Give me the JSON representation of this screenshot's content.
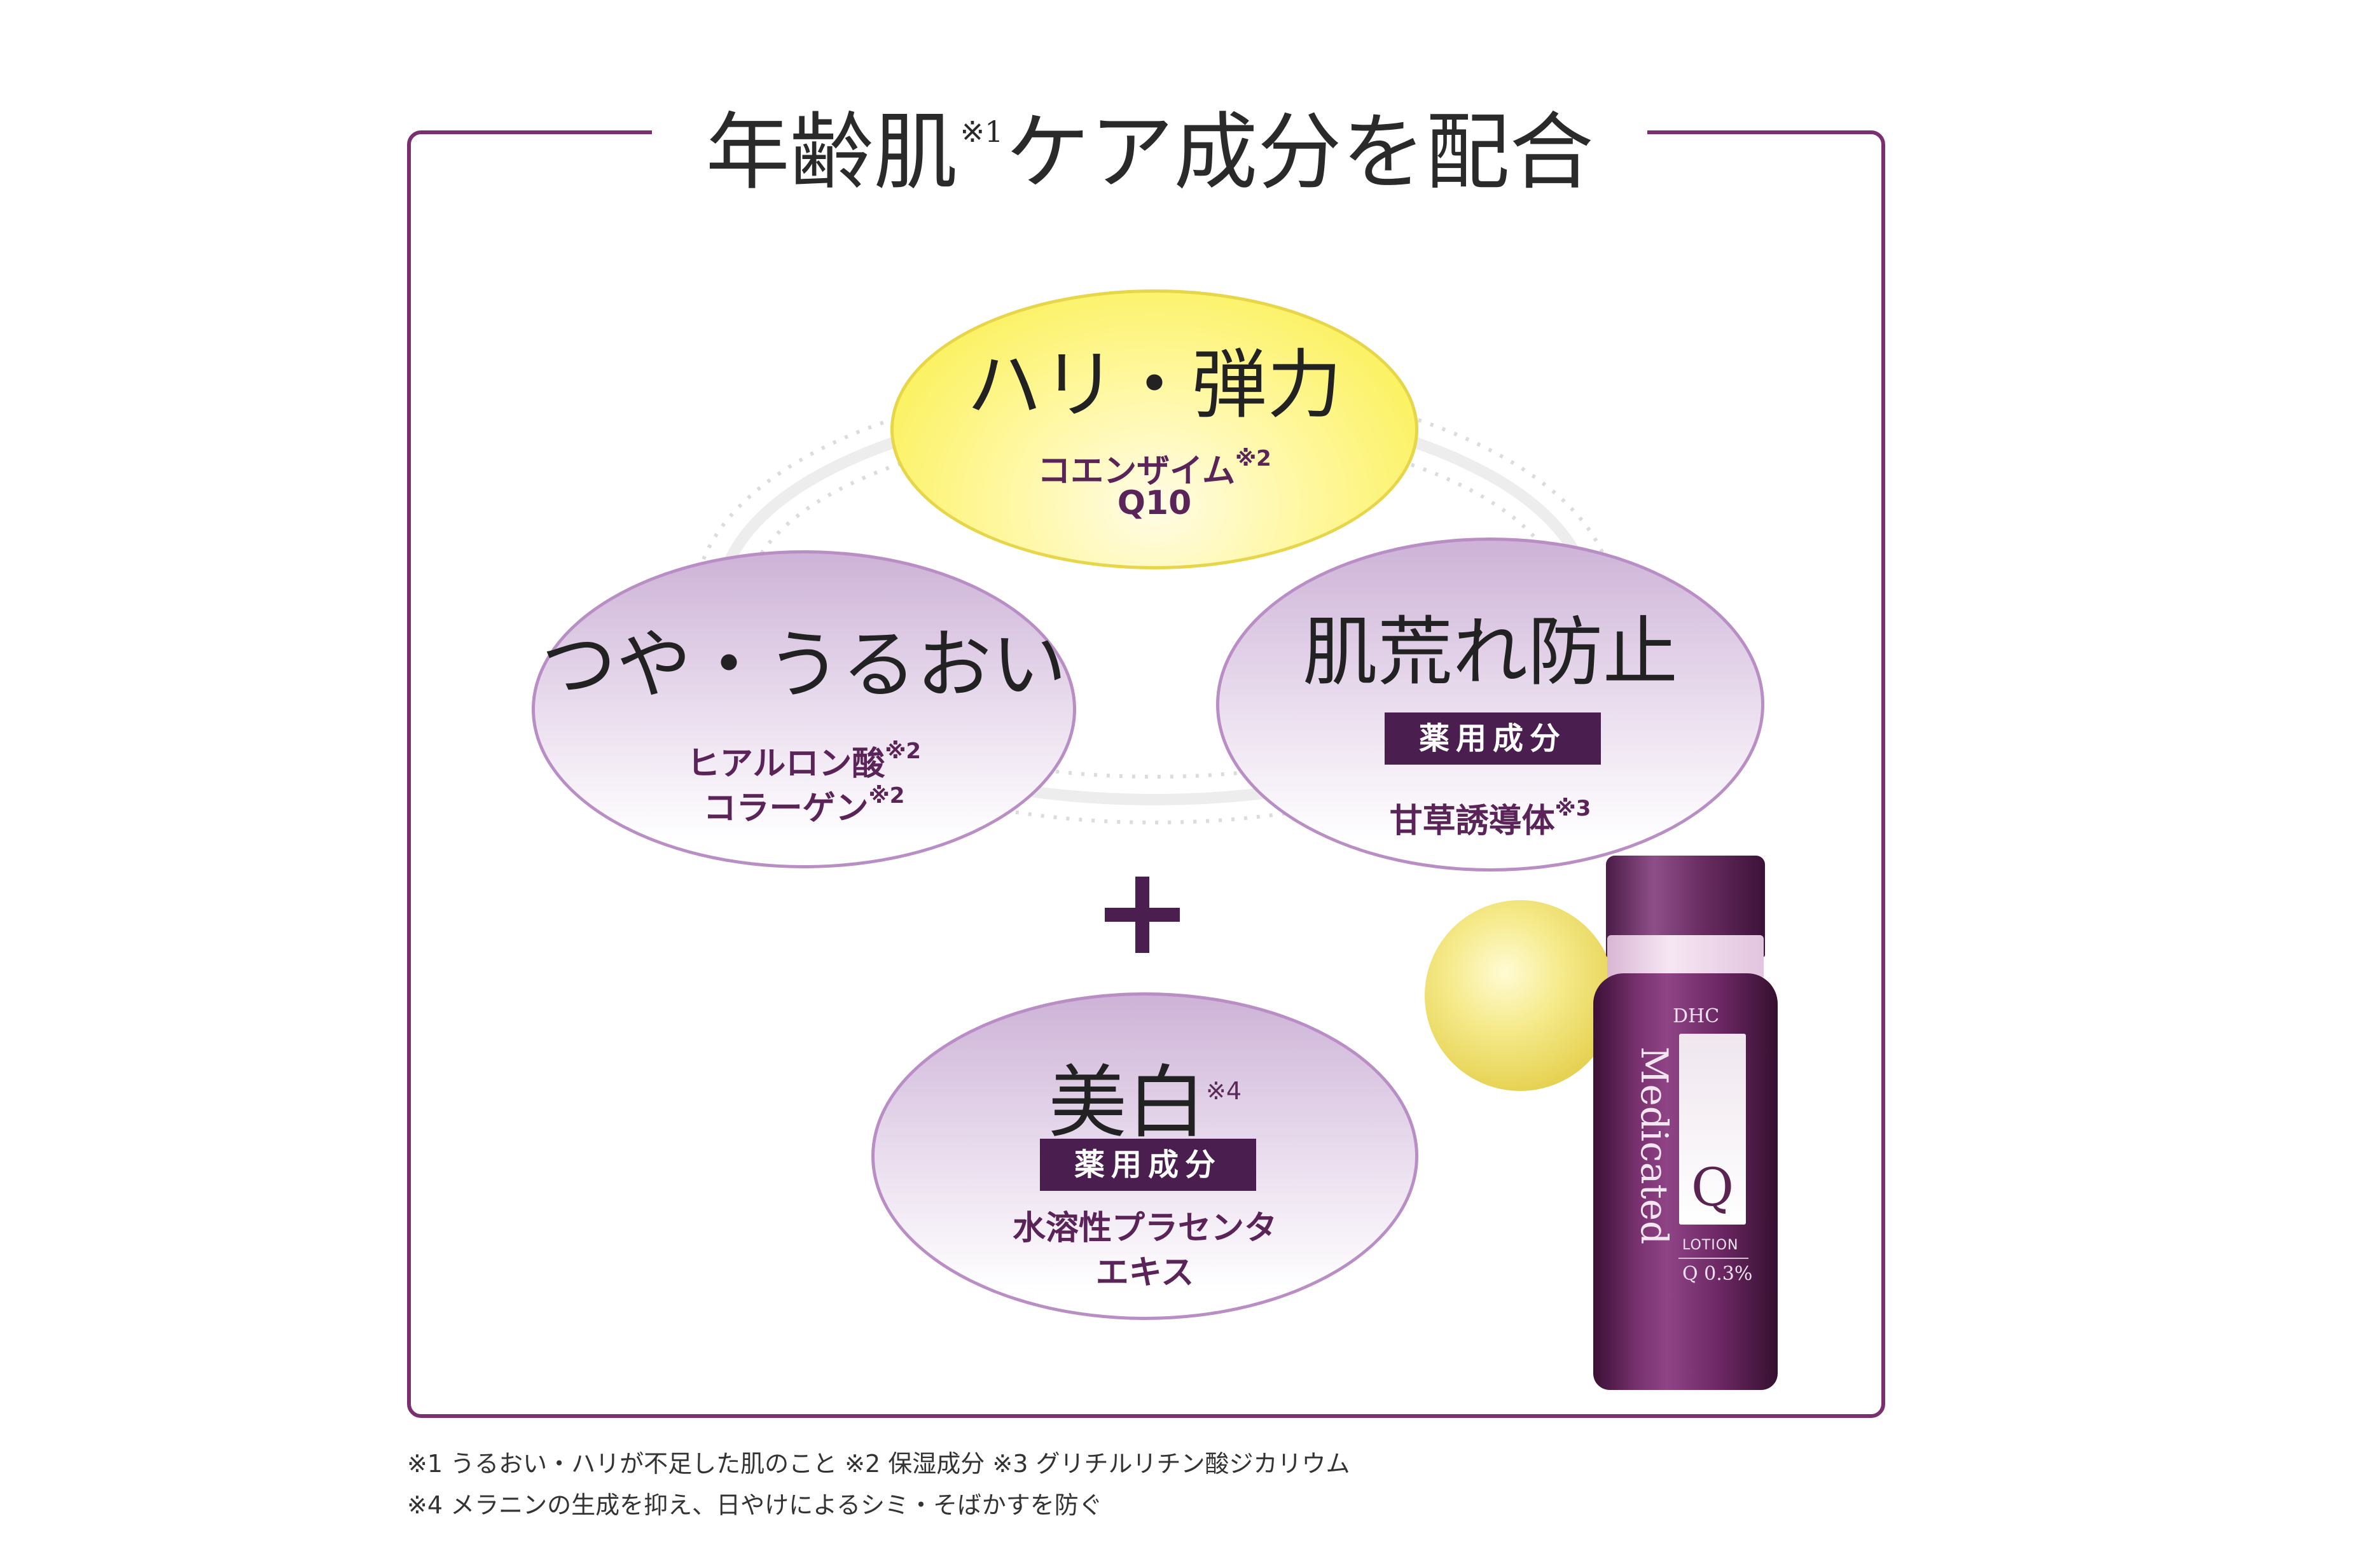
{
  "heading": {
    "main": "年齢肌",
    "mark": "※1",
    "rest": "ケア成分を配合"
  },
  "top": {
    "title": "ハリ・弾力",
    "ingredient": "コエンザイム",
    "ingredient_mark": "※2",
    "ingredient_line2": "Q10"
  },
  "left": {
    "title": "つや・うるおい",
    "ingredient1": "ヒアルロン酸",
    "ingredient1_mark": "※2",
    "ingredient2": "コラーゲン",
    "ingredient2_mark": "※2"
  },
  "right": {
    "title": "肌荒れ防止",
    "badge": "薬用成分",
    "ingredient": "甘草誘導体",
    "ingredient_mark": "※3"
  },
  "bottom": {
    "title": "美白",
    "title_mark": "※4",
    "badge": "薬用成分",
    "ingredient_line1": "水溶性プラセンタ",
    "ingredient_line2": "エキス"
  },
  "product": {
    "brand": "DHC",
    "name": "Medicated",
    "letter": "Q",
    "type": "LOTION",
    "concentration": "Q 0.3%"
  },
  "notes": [
    "※1 うるおい・ハリが不足した肌のこと ※2 保湿成分 ※3 グリチルリチン酸ジカリウム",
    "※4 メラニンの生成を抑え、日やけによるシミ・そばかすを防ぐ"
  ],
  "colors": {
    "frame": "#7a2f70",
    "badge": "#4a1f50",
    "accent_text": "#5a2458",
    "yellow": "#f8ee3e"
  }
}
